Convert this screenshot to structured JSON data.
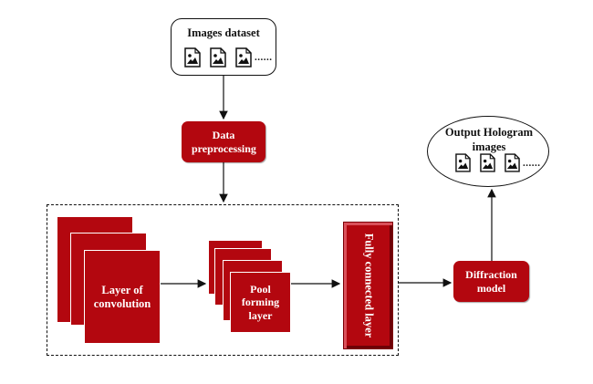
{
  "dataset": {
    "title": "Images dataset",
    "ellipsis": "......"
  },
  "preprocessing": {
    "label": "Data preprocessing"
  },
  "convolution": {
    "label": "Layer of convolution"
  },
  "pooling": {
    "label": "Pool forming layer"
  },
  "fully_connected": {
    "label": "Fully connected layer"
  },
  "diffraction": {
    "label": "Diffraction model"
  },
  "output": {
    "title": "Output Hologram images",
    "ellipsis": "......"
  },
  "colors": {
    "accent": "#b3070f",
    "line": "#111111"
  },
  "icons": [
    "image-file-icon"
  ]
}
